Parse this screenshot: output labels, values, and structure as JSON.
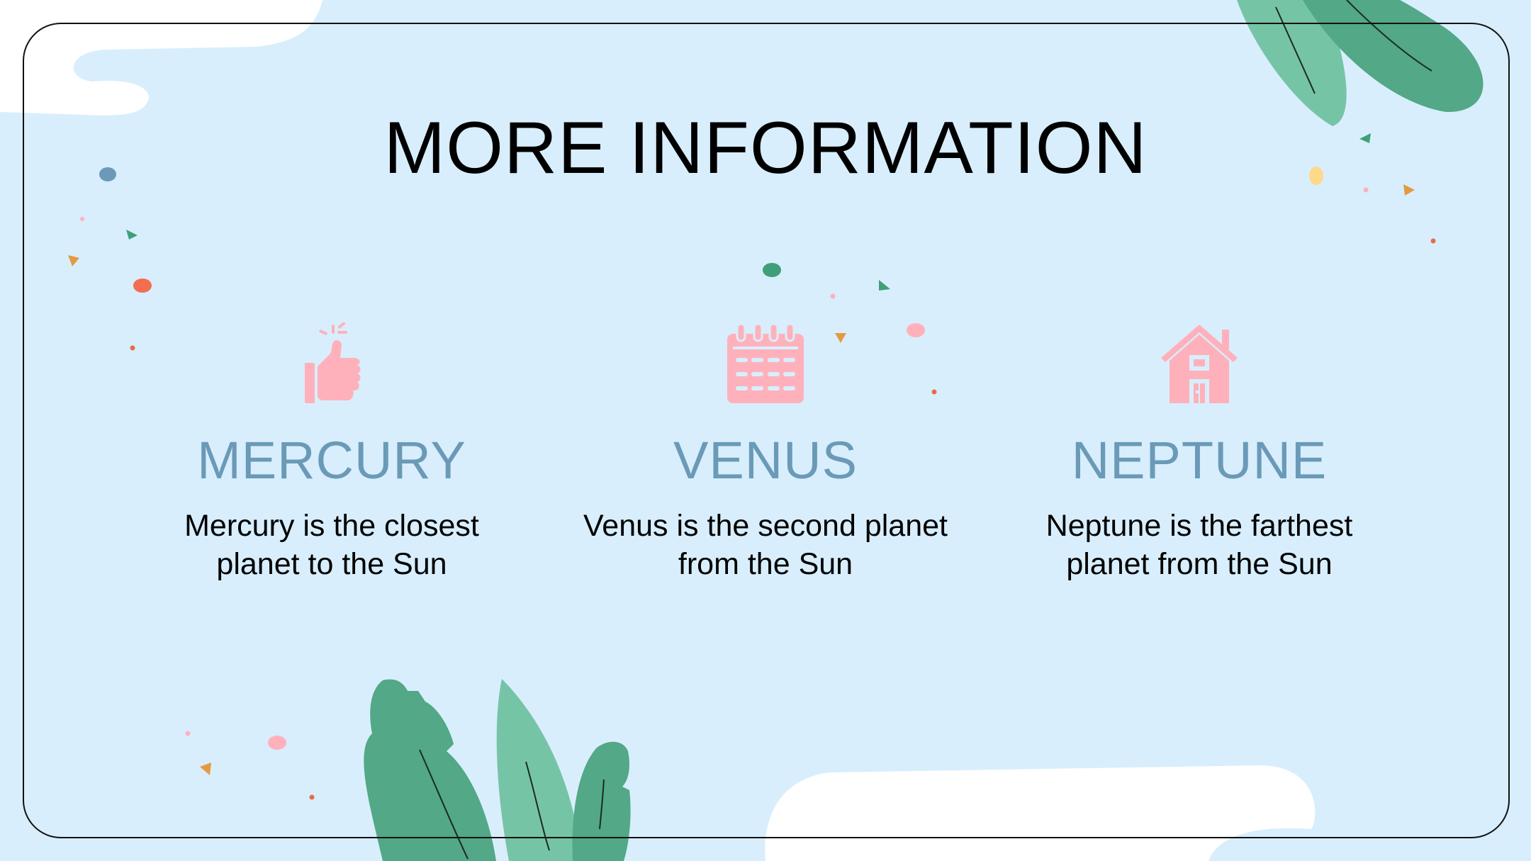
{
  "slide": {
    "title": "MORE INFORMATION",
    "items": [
      {
        "name": "MERCURY",
        "description": "Mercury is the closest planet to the Sun",
        "icon": "thumbs-up-icon"
      },
      {
        "name": "VENUS",
        "description": "Venus is the second planet from the Sun",
        "icon": "calendar-icon"
      },
      {
        "name": "NEPTUNE",
        "description": "Neptune is the farthest planet from the Sun",
        "icon": "house-icon"
      }
    ]
  },
  "colors": {
    "background": "#d8eefc",
    "icon": "#ffb1bb",
    "heading": "#6a9ab7",
    "leaf_dark": "#52a887",
    "leaf_light": "#76c4a6"
  }
}
